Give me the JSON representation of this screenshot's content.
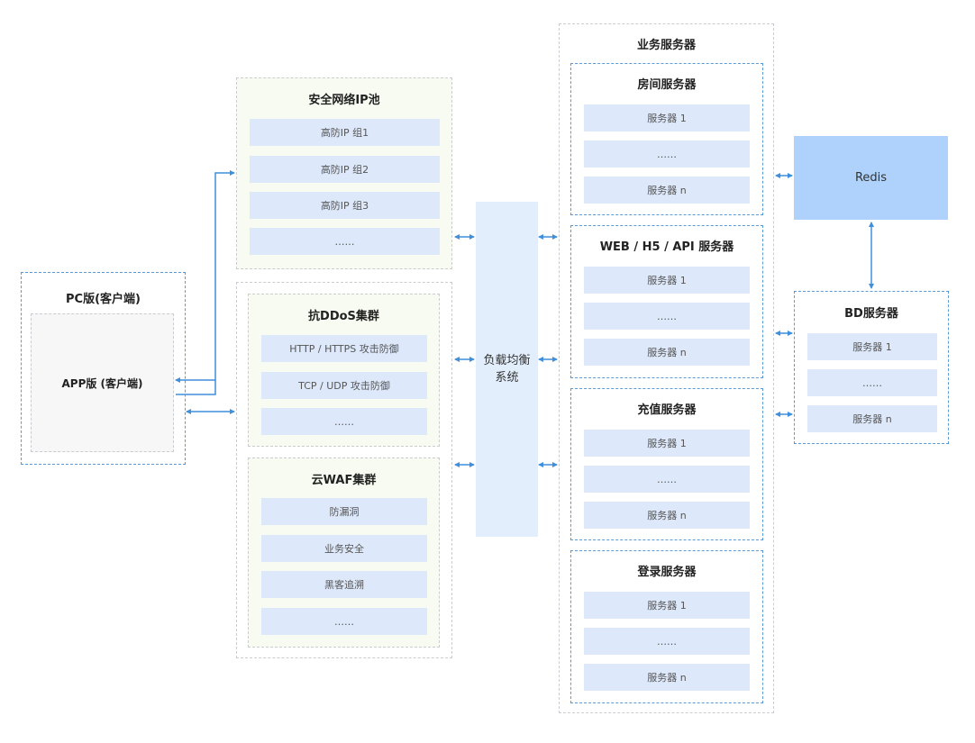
{
  "pc_client": {
    "title": "PC版(客户端)",
    "app_label": "APP版 (客户端)"
  },
  "ip_pool": {
    "title": "安全网络IP池",
    "items": [
      "高防IP 组1",
      "高防IP 组2",
      "高防IP 组3",
      "……"
    ]
  },
  "ddos_cluster": {
    "title": "抗DDoS集群",
    "items": [
      "HTTP / HTTPS 攻击防御",
      "TCP / UDP 攻击防御",
      "……"
    ]
  },
  "waf_cluster": {
    "title": "云WAF集群",
    "items": [
      "防漏洞",
      "业务安全",
      "黑客追溯",
      "……"
    ]
  },
  "load_balancer": {
    "line1": "负载均衡",
    "line2": "系统"
  },
  "business_servers": {
    "title": "业务服务器",
    "groups": [
      {
        "title": "房间服务器",
        "items": [
          "服务器 1",
          "……",
          "服务器 n"
        ]
      },
      {
        "title": "WEB / H5 / API 服务器",
        "items": [
          "服务器 1",
          "……",
          "服务器 n"
        ]
      },
      {
        "title": "充值服务器",
        "items": [
          "服务器 1",
          "……",
          "服务器 n"
        ]
      },
      {
        "title": "登录服务器",
        "items": [
          "服务器 1",
          "……",
          "服务器 n"
        ]
      }
    ]
  },
  "redis": {
    "label": "Redis"
  },
  "bd_servers": {
    "title": "BD服务器",
    "items": [
      "服务器 1",
      "……",
      "服务器 n"
    ]
  },
  "colors": {
    "arrow": "#3f8fdc",
    "item_fill": "#dde9fb",
    "redis_fill": "#aed2fb",
    "blue_dash": "#5b9bd5",
    "gray_dash": "#c9ccd1"
  }
}
